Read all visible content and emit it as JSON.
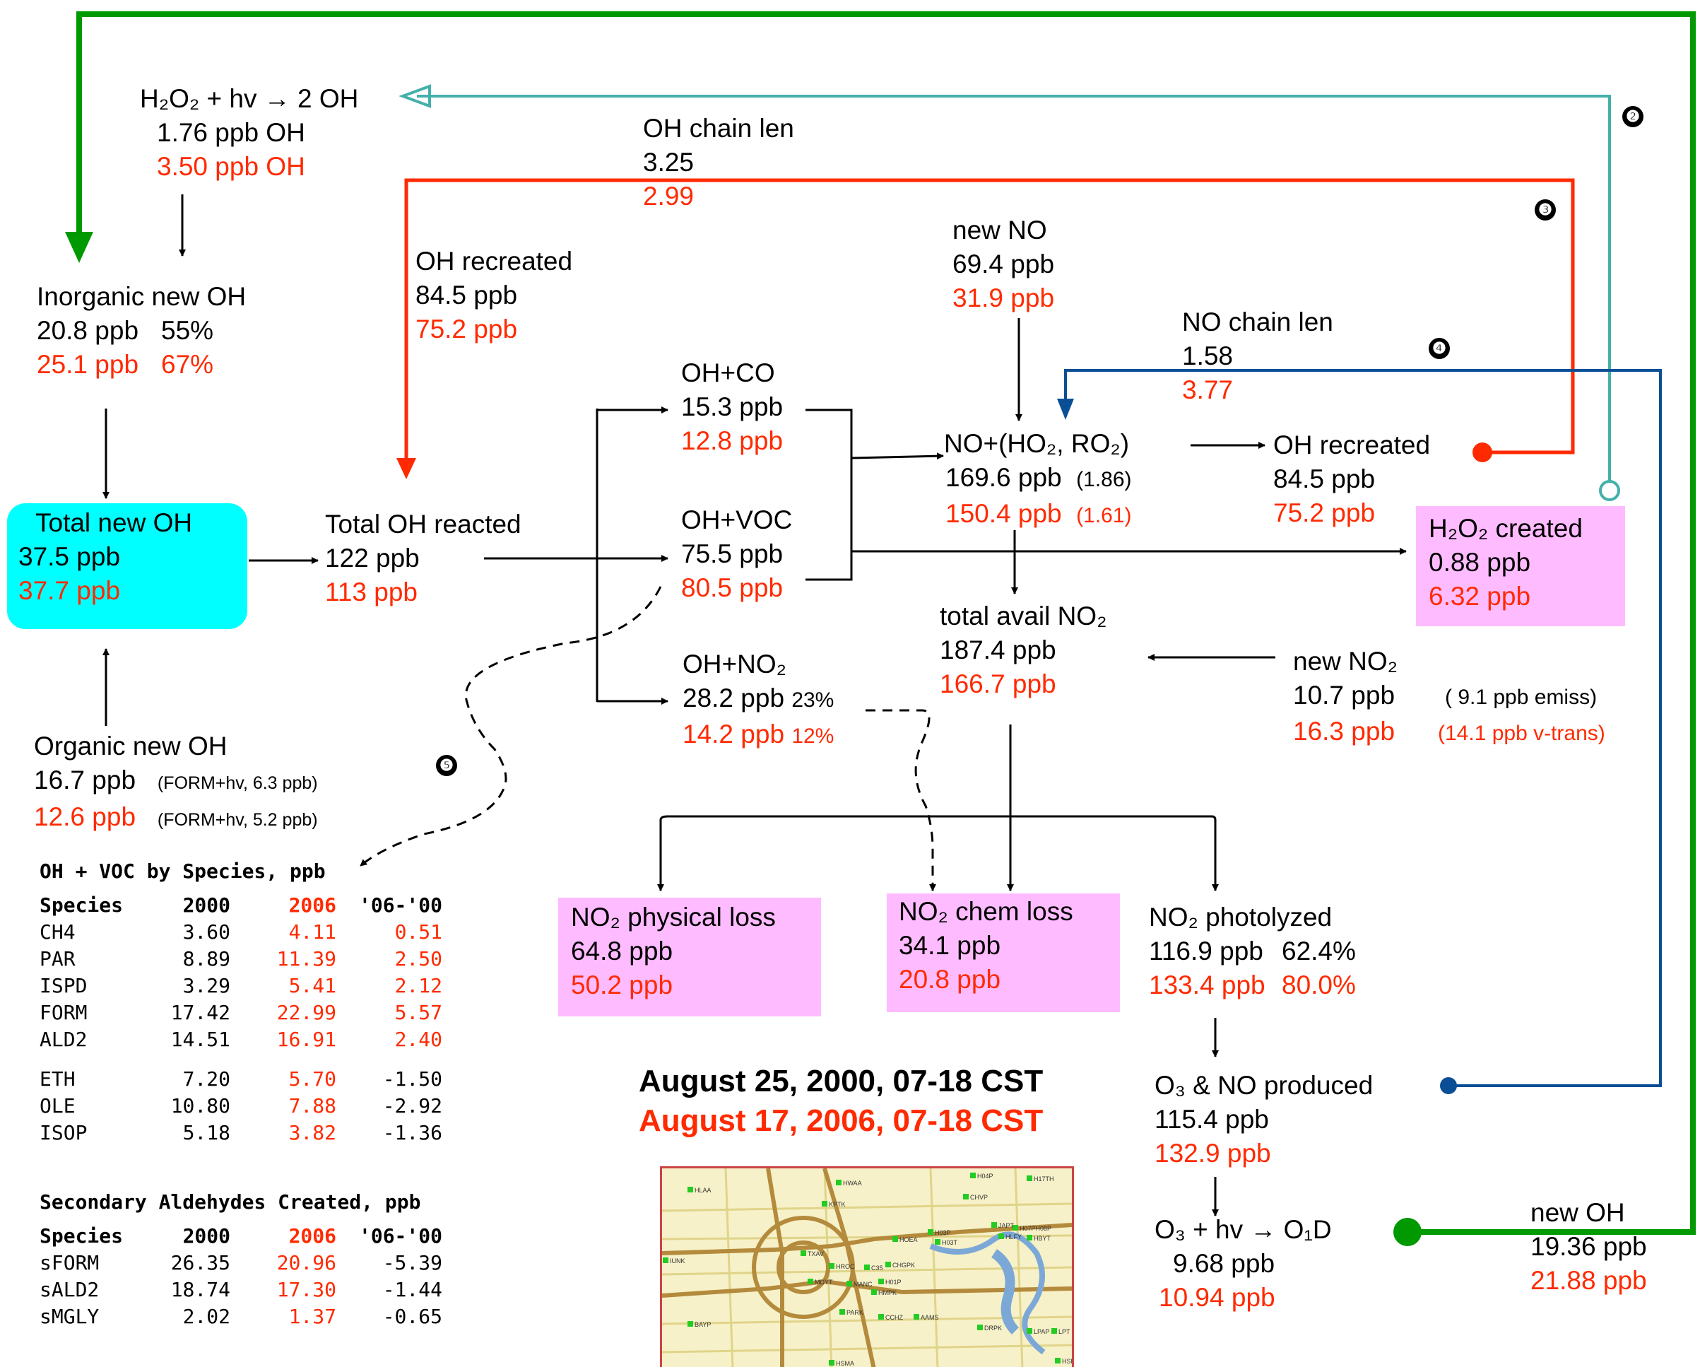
{
  "h2o2_photolysis": {
    "title": "H₂O₂ + hv → 2 OH",
    "v2000": "1.76 ppb OH",
    "v2006": "3.50 ppb OH"
  },
  "oh_chain_len": {
    "title": "OH chain len",
    "v2000": "3.25",
    "v2006": "2.99"
  },
  "oh_recreated_left": {
    "title": "OH recreated",
    "v2000": "84.5 ppb",
    "v2006": "75.2 ppb"
  },
  "new_no": {
    "title": "new NO",
    "v2000": "69.4 ppb",
    "v2006": "31.9 ppb"
  },
  "no_chain_len": {
    "title": "NO chain len",
    "v2000": "1.58",
    "v2006": "3.77"
  },
  "inorganic_new_oh": {
    "title": "Inorganic new OH",
    "v2000": "20.8 ppb",
    "p2000": "55%",
    "v2006": "25.1 ppb",
    "p2006": "67%"
  },
  "total_new_oh": {
    "title": "Total new OH",
    "v2000": "37.5 ppb",
    "v2006": "37.7 ppb"
  },
  "total_oh_reacted": {
    "title": "Total OH reacted",
    "v2000": "122 ppb",
    "v2006": "113 ppb"
  },
  "oh_co": {
    "title": "OH+CO",
    "v2000": "15.3 ppb",
    "v2006": "12.8 ppb"
  },
  "oh_voc": {
    "title": "OH+VOC",
    "v2000": "75.5 ppb",
    "v2006": "80.5 ppb"
  },
  "oh_no2": {
    "title": "OH+NO₂",
    "v2000": "28.2 ppb",
    "p2000": "23%",
    "v2006": "14.2 ppb",
    "p2006": "12%"
  },
  "no_ho2": {
    "title": "NO+(HO₂, RO₂)",
    "v2000": "169.6 ppb",
    "n2000": "(1.86)",
    "v2006": "150.4 ppb",
    "n2006": "(1.61)"
  },
  "oh_recreated_right": {
    "title": "OH recreated",
    "v2000": "84.5 ppb",
    "v2006": "75.2 ppb"
  },
  "h2o2_created": {
    "title": "H₂O₂ created",
    "v2000": "0.88 ppb",
    "v2006": "6.32 ppb"
  },
  "total_avail_no2": {
    "title": "total avail NO₂",
    "v2000": "187.4 ppb",
    "v2006": "166.7 ppb"
  },
  "new_no2": {
    "title": "new NO₂",
    "v2000": "10.7 ppb",
    "n2000": "( 9.1 ppb emiss)",
    "v2006": "16.3 ppb",
    "n2006": "(14.1 ppb v-trans)"
  },
  "organic_new_oh": {
    "title": "Organic new OH",
    "v2000": "16.7 ppb",
    "n2000": "(FORM+hv, 6.3 ppb)",
    "v2006": "12.6 ppb",
    "n2006": "(FORM+hv, 5.2 ppb)"
  },
  "no2_physical_loss": {
    "title": "NO₂ physical loss",
    "v2000": "64.8 ppb",
    "v2006": "50.2 ppb"
  },
  "no2_chem_loss": {
    "title": "NO₂ chem loss",
    "v2000": "34.1 ppb",
    "v2006": "20.8 ppb"
  },
  "no2_photolyzed": {
    "title": "NO₂ photolyzed",
    "v2000": "116.9 ppb",
    "p2000": "62.4%",
    "v2006": "133.4 ppb",
    "p2006": "80.0%"
  },
  "o3_no_produced": {
    "title": "O₃ & NO produced",
    "v2000": "115.4 ppb",
    "v2006": "132.9 ppb"
  },
  "o3_hv": {
    "title": "O₃ + hv → O₁D",
    "v2000": "9.68 ppb",
    "v2006": "10.94 ppb"
  },
  "new_oh_right": {
    "title": "new OH",
    "v2000": "19.36 ppb",
    "v2006": "21.88 ppb"
  },
  "dates": {
    "d2000": "August 25, 2000, 07-18 CST",
    "d2006": "August 17, 2006, 07-18 CST"
  },
  "markers": {
    "m2": "❷",
    "m3": "❸",
    "m4": "❹",
    "m5": "❺"
  },
  "voc_table": {
    "title": "OH + VOC by Species, ppb",
    "headers": [
      "Species",
      "2000",
      "2006",
      "'06-'00"
    ],
    "rows": [
      [
        "CH4",
        "3.60",
        "4.11",
        "0.51"
      ],
      [
        "PAR",
        "8.89",
        "11.39",
        "2.50"
      ],
      [
        "ISPD",
        "3.29",
        "5.41",
        "2.12"
      ],
      [
        "FORM",
        "17.42",
        "22.99",
        "5.57"
      ],
      [
        "ALD2",
        "14.51",
        "16.91",
        "2.40"
      ],
      [
        "ETH",
        "7.20",
        "5.70",
        "-1.50"
      ],
      [
        "OLE",
        "10.80",
        "7.88",
        "-2.92"
      ],
      [
        "ISOP",
        "5.18",
        "3.82",
        "-1.36"
      ]
    ]
  },
  "ald_table": {
    "title": "Secondary Aldehydes Created, ppb",
    "headers": [
      "Species",
      "2000",
      "2006",
      "'06-'00"
    ],
    "rows": [
      [
        "sFORM",
        "26.35",
        "20.96",
        "-5.39"
      ],
      [
        "sALD2",
        "18.74",
        "17.30",
        "-1.44"
      ],
      [
        "sMGLY",
        "2.02",
        "1.37",
        "-0.65"
      ]
    ]
  },
  "map_labels": [
    "HLAA",
    "HWAA",
    "KPTK",
    "CHVP",
    "H04P",
    "H17TH",
    "HOEA",
    "H03P",
    "H03T",
    "JAPT",
    "HLFY",
    "H07PH08P",
    "HBYT",
    "TXAV",
    "HROC",
    "C35",
    "CHGPK",
    "MDYT",
    "MANC",
    "H01P",
    "HMPK",
    "PARK",
    "CCHZ",
    "AAMS",
    "DRPK",
    "LPAP",
    "BAYP",
    "IUNK",
    "HSMA",
    "LPT",
    "HSHI"
  ],
  "colors": {
    "red": "#ff2a00",
    "green": "#009900",
    "teal": "#44b0aa",
    "blue": "#0a4f96",
    "cyan": "#00ffff",
    "pink": "#ffbbff"
  }
}
